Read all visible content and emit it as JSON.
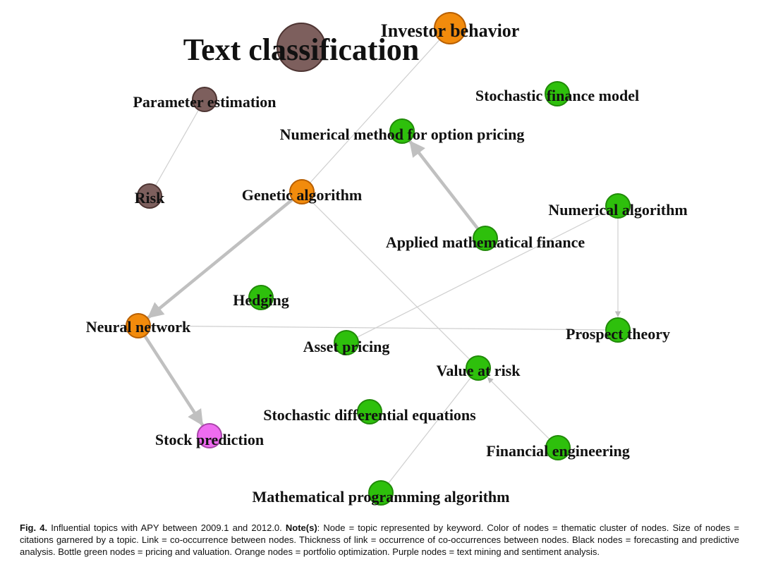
{
  "colors": {
    "brown": "#7d5f5d",
    "orange": "#f28b0c",
    "green": "#2ec00c",
    "purple": "#ee6cf0",
    "edge_thin": "#cfcfcf",
    "edge_thick": "#c0c0c0",
    "stroke_brown": "#4d3432",
    "stroke_orange": "#b85f00",
    "stroke_green": "#208a08",
    "stroke_purple": "#a844a8"
  },
  "nodes": [
    {
      "id": "text-classification",
      "label": "Text classification",
      "color": "brown"
    },
    {
      "id": "investor-behavior",
      "label": "Investor behavior",
      "color": "orange"
    },
    {
      "id": "parameter-estimation",
      "label": "Parameter estimation",
      "color": "brown"
    },
    {
      "id": "stochastic-finance-model",
      "label": "Stochastic finance model",
      "color": "green"
    },
    {
      "id": "numerical-method-option-pricing",
      "label": "Numerical method for option pricing",
      "color": "green"
    },
    {
      "id": "risk",
      "label": "Risk",
      "color": "brown"
    },
    {
      "id": "genetic-algorithm",
      "label": "Genetic algorithm",
      "color": "orange"
    },
    {
      "id": "numerical-algorithm",
      "label": "Numerical algorithm",
      "color": "green"
    },
    {
      "id": "applied-mathematical-finance",
      "label": "Applied mathematical finance",
      "color": "green"
    },
    {
      "id": "hedging",
      "label": "Hedging",
      "color": "green"
    },
    {
      "id": "neural-network",
      "label": "Neural network",
      "color": "orange"
    },
    {
      "id": "prospect-theory",
      "label": "Prospect theory",
      "color": "green"
    },
    {
      "id": "asset-pricing",
      "label": "Asset pricing",
      "color": "green"
    },
    {
      "id": "value-at-risk",
      "label": "Value at risk",
      "color": "green"
    },
    {
      "id": "stochastic-differential-equations",
      "label": "Stochastic differential equations",
      "color": "green"
    },
    {
      "id": "stock-prediction",
      "label": "Stock prediction",
      "color": "purple"
    },
    {
      "id": "financial-engineering",
      "label": "Financial engineering",
      "color": "green"
    },
    {
      "id": "mathematical-programming-algorithm",
      "label": "Mathematical programming algorithm",
      "color": "green"
    }
  ],
  "edges": [
    {
      "from": "parameter-estimation",
      "to": "risk",
      "weight": 1
    },
    {
      "from": "genetic-algorithm",
      "to": "investor-behavior",
      "weight": 1
    },
    {
      "from": "genetic-algorithm",
      "to": "value-at-risk",
      "weight": 1
    },
    {
      "from": "genetic-algorithm",
      "to": "neural-network",
      "weight": 3,
      "arrow": true
    },
    {
      "from": "applied-mathematical-finance",
      "to": "numerical-method-option-pricing",
      "weight": 3,
      "arrow": true
    },
    {
      "from": "numerical-algorithm",
      "to": "asset-pricing",
      "weight": 1
    },
    {
      "from": "numerical-algorithm",
      "to": "prospect-theory",
      "weight": 1,
      "arrow": true
    },
    {
      "from": "neural-network",
      "to": "prospect-theory",
      "weight": 1
    },
    {
      "from": "neural-network",
      "to": "stock-prediction",
      "weight": 3,
      "arrow": true
    },
    {
      "from": "financial-engineering",
      "to": "value-at-risk",
      "weight": 1,
      "arrow": true
    },
    {
      "from": "mathematical-programming-algorithm",
      "to": "value-at-risk",
      "weight": 1
    }
  ],
  "caption": {
    "fig_label": "Fig. 4.",
    "text1": " Influential topics with APY between 2009.1 and 2012.0. ",
    "note_label": "Note(s)",
    "text2": ": Node = topic represented by keyword. Color of nodes = thematic cluster of nodes. Size of nodes = citations garnered by a topic. Link = co-occurrence between nodes. Thickness of link = occurrence of co-occurrences between nodes. Black nodes = forecasting and predictive analysis. Bottle green nodes = pricing and valuation. Orange nodes = portfolio optimization. Purple nodes = text mining and sentiment analysis."
  }
}
